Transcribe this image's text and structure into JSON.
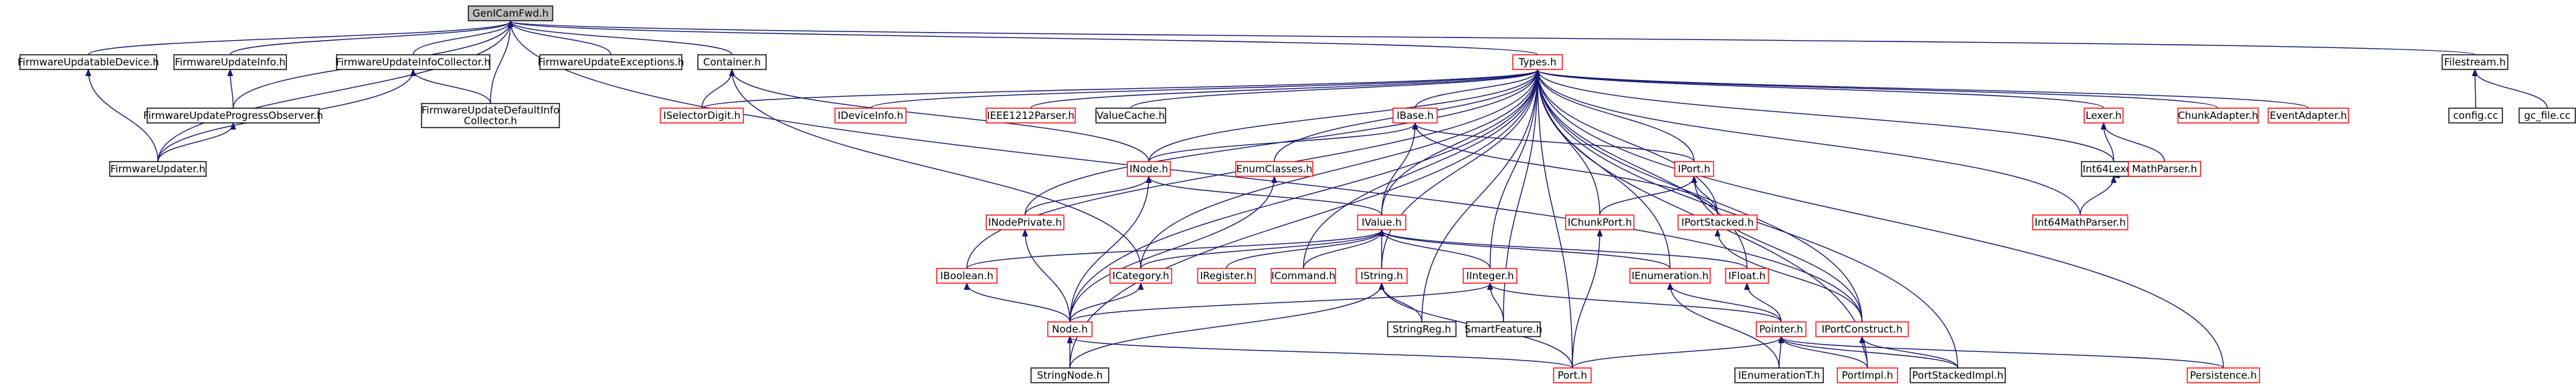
{
  "diagram": {
    "nodes": [
      {
        "id": "genicam",
        "lines": [
          "GenICamFwd.h"
        ],
        "style": "root",
        "link": false
      },
      {
        "id": "fwdev",
        "lines": [
          "FirmwareUpdatableDevice.h"
        ],
        "style": "black",
        "link": true
      },
      {
        "id": "fwinfo",
        "lines": [
          "FirmwareUpdateInfo.h"
        ],
        "style": "black",
        "link": true
      },
      {
        "id": "fwcollector",
        "lines": [
          "FirmwareUpdateInfoCollector.h"
        ],
        "style": "black",
        "link": true
      },
      {
        "id": "fwexceptions",
        "lines": [
          "FirmwareUpdateExceptions.h"
        ],
        "style": "black",
        "link": true
      },
      {
        "id": "container",
        "lines": [
          "Container.h"
        ],
        "style": "black",
        "link": true
      },
      {
        "id": "types",
        "lines": [
          "Types.h"
        ],
        "style": "red",
        "link": true
      },
      {
        "id": "filestream",
        "lines": [
          "Filestream.h"
        ],
        "style": "black",
        "link": true
      },
      {
        "id": "fwprogress",
        "lines": [
          "FirmwareUpdateProgressObserver.h"
        ],
        "style": "black",
        "link": true
      },
      {
        "id": "fwdefault",
        "lines": [
          "FirmwareUpdateDefaultInfo",
          "Collector.h"
        ],
        "style": "black",
        "link": true
      },
      {
        "id": "fwupdater",
        "lines": [
          "FirmwareUpdater.h"
        ],
        "style": "black",
        "link": true
      },
      {
        "id": "iselectordigit",
        "lines": [
          "ISelectorDigit.h"
        ],
        "style": "red",
        "link": true
      },
      {
        "id": "ideviceinfo",
        "lines": [
          "IDeviceInfo.h"
        ],
        "style": "red",
        "link": true
      },
      {
        "id": "ieee",
        "lines": [
          "IEEE1212Parser.h"
        ],
        "style": "red",
        "link": true
      },
      {
        "id": "valuecache",
        "lines": [
          "ValueCache.h"
        ],
        "style": "black",
        "link": true
      },
      {
        "id": "ibase",
        "lines": [
          "IBase.h"
        ],
        "style": "red",
        "link": true
      },
      {
        "id": "lexer",
        "lines": [
          "Lexer.h"
        ],
        "style": "red",
        "link": true
      },
      {
        "id": "chunkadapter",
        "lines": [
          "ChunkAdapter.h"
        ],
        "style": "red",
        "link": true
      },
      {
        "id": "eventadapter",
        "lines": [
          "EventAdapter.h"
        ],
        "style": "red",
        "link": true
      },
      {
        "id": "configcc",
        "lines": [
          "config.cc"
        ],
        "style": "black",
        "link": true
      },
      {
        "id": "gcfile",
        "lines": [
          "gc_file.cc"
        ],
        "style": "black",
        "link": true
      },
      {
        "id": "inode",
        "lines": [
          "INode.h"
        ],
        "style": "red",
        "link": true
      },
      {
        "id": "enumclasses",
        "lines": [
          "EnumClasses.h"
        ],
        "style": "red",
        "link": true
      },
      {
        "id": "iport",
        "lines": [
          "IPort.h"
        ],
        "style": "red",
        "link": true
      },
      {
        "id": "int64lexer",
        "lines": [
          "Int64Lexer.h"
        ],
        "style": "black",
        "link": true
      },
      {
        "id": "mathparser",
        "lines": [
          "MathParser.h"
        ],
        "style": "red",
        "link": true
      },
      {
        "id": "inodeprivate",
        "lines": [
          "INodePrivate.h"
        ],
        "style": "red",
        "link": true
      },
      {
        "id": "ivalue",
        "lines": [
          "IValue.h"
        ],
        "style": "red",
        "link": true
      },
      {
        "id": "ichunkport",
        "lines": [
          "IChunkPort.h"
        ],
        "style": "red",
        "link": true
      },
      {
        "id": "iportstacked",
        "lines": [
          "IPortStacked.h"
        ],
        "style": "red",
        "link": true
      },
      {
        "id": "int64mathparser",
        "lines": [
          "Int64MathParser.h"
        ],
        "style": "red",
        "link": true
      },
      {
        "id": "iboolean",
        "lines": [
          "IBoolean.h"
        ],
        "style": "red",
        "link": true
      },
      {
        "id": "icategory",
        "lines": [
          "ICategory.h"
        ],
        "style": "red",
        "link": true
      },
      {
        "id": "iregister",
        "lines": [
          "IRegister.h"
        ],
        "style": "red",
        "link": true
      },
      {
        "id": "icommand",
        "lines": [
          "ICommand.h"
        ],
        "style": "red",
        "link": true
      },
      {
        "id": "istring",
        "lines": [
          "IString.h"
        ],
        "style": "red",
        "link": true
      },
      {
        "id": "iinteger",
        "lines": [
          "IInteger.h"
        ],
        "style": "red",
        "link": true
      },
      {
        "id": "ienumeration",
        "lines": [
          "IEnumeration.h"
        ],
        "style": "red",
        "link": true
      },
      {
        "id": "ifloat",
        "lines": [
          "IFloat.h"
        ],
        "style": "red",
        "link": true
      },
      {
        "id": "nodeh",
        "lines": [
          "Node.h"
        ],
        "style": "red",
        "link": true
      },
      {
        "id": "stringreg",
        "lines": [
          "StringReg.h"
        ],
        "style": "black",
        "link": true
      },
      {
        "id": "smartfeature",
        "lines": [
          "SmartFeature.h"
        ],
        "style": "black",
        "link": true
      },
      {
        "id": "pointer",
        "lines": [
          "Pointer.h"
        ],
        "style": "red",
        "link": true
      },
      {
        "id": "iportconstruct",
        "lines": [
          "IPortConstruct.h"
        ],
        "style": "red",
        "link": true
      },
      {
        "id": "stringnode",
        "lines": [
          "StringNode.h"
        ],
        "style": "black",
        "link": true
      },
      {
        "id": "porth",
        "lines": [
          "Port.h"
        ],
        "style": "red",
        "link": true
      },
      {
        "id": "ienumerationt",
        "lines": [
          "IEnumerationT.h"
        ],
        "style": "black",
        "link": true
      },
      {
        "id": "portimpl",
        "lines": [
          "PortImpl.h"
        ],
        "style": "red",
        "link": true
      },
      {
        "id": "portstackedimpl",
        "lines": [
          "PortStackedImpl.h"
        ],
        "style": "black",
        "link": true
      },
      {
        "id": "persistence",
        "lines": [
          "Persistence.h"
        ],
        "style": "red",
        "link": true
      }
    ],
    "edges": [
      [
        "fwdev",
        "genicam"
      ],
      [
        "fwinfo",
        "genicam"
      ],
      [
        "fwcollector",
        "genicam"
      ],
      [
        "fwexceptions",
        "genicam"
      ],
      [
        "container",
        "genicam"
      ],
      [
        "types",
        "genicam"
      ],
      [
        "filestream",
        "genicam"
      ],
      [
        "fwprogress",
        "genicam"
      ],
      [
        "fwdefault",
        "genicam"
      ],
      [
        "fwupdater",
        "genicam"
      ],
      [
        "iportconstruct",
        "genicam"
      ],
      [
        "fwupdater",
        "fwdev"
      ],
      [
        "fwprogress",
        "fwinfo"
      ],
      [
        "fwupdater",
        "fwprogress"
      ],
      [
        "fwdefault",
        "fwcollector"
      ],
      [
        "fwupdater",
        "fwcollector"
      ],
      [
        "iselectordigit",
        "container"
      ],
      [
        "inode",
        "container"
      ],
      [
        "icategory",
        "container"
      ],
      [
        "configcc",
        "filestream"
      ],
      [
        "gcfile",
        "filestream"
      ],
      [
        "iselectordigit",
        "types"
      ],
      [
        "ideviceinfo",
        "types"
      ],
      [
        "ieee",
        "types"
      ],
      [
        "valuecache",
        "types"
      ],
      [
        "ibase",
        "types"
      ],
      [
        "lexer",
        "types"
      ],
      [
        "chunkadapter",
        "types"
      ],
      [
        "eventadapter",
        "types"
      ],
      [
        "inode",
        "types"
      ],
      [
        "enumclasses",
        "types"
      ],
      [
        "iport",
        "types"
      ],
      [
        "int64lexer",
        "types"
      ],
      [
        "inodeprivate",
        "types"
      ],
      [
        "ivalue",
        "types"
      ],
      [
        "ichunkport",
        "types"
      ],
      [
        "iportstacked",
        "types"
      ],
      [
        "int64mathparser",
        "types"
      ],
      [
        "iboolean",
        "types"
      ],
      [
        "icategory",
        "types"
      ],
      [
        "icommand",
        "types"
      ],
      [
        "istring",
        "types"
      ],
      [
        "iinteger",
        "types"
      ],
      [
        "ienumeration",
        "types"
      ],
      [
        "ifloat",
        "types"
      ],
      [
        "nodeh",
        "types"
      ],
      [
        "stringreg",
        "types"
      ],
      [
        "smartfeature",
        "types"
      ],
      [
        "iportconstruct",
        "types"
      ],
      [
        "stringnode",
        "types"
      ],
      [
        "porth",
        "types"
      ],
      [
        "portimpl",
        "types"
      ],
      [
        "portstackedimpl",
        "types"
      ],
      [
        "persistence",
        "types"
      ],
      [
        "inode",
        "ibase"
      ],
      [
        "iport",
        "ibase"
      ],
      [
        "ivalue",
        "ibase"
      ],
      [
        "iportstacked",
        "ibase"
      ],
      [
        "int64lexer",
        "lexer"
      ],
      [
        "mathparser",
        "lexer"
      ],
      [
        "mathparser",
        "int64lexer"
      ],
      [
        "int64mathparser",
        "int64lexer"
      ],
      [
        "inodeprivate",
        "inode"
      ],
      [
        "ivalue",
        "inode"
      ],
      [
        "nodeh",
        "inode"
      ],
      [
        "nodeh",
        "enumclasses"
      ],
      [
        "ichunkport",
        "iport"
      ],
      [
        "iportstacked",
        "iport"
      ],
      [
        "iportconstruct",
        "iport"
      ],
      [
        "nodeh",
        "inodeprivate"
      ],
      [
        "iboolean",
        "ivalue"
      ],
      [
        "icategory",
        "ivalue"
      ],
      [
        "iregister",
        "ivalue"
      ],
      [
        "icommand",
        "ivalue"
      ],
      [
        "istring",
        "ivalue"
      ],
      [
        "iinteger",
        "ivalue"
      ],
      [
        "ienumeration",
        "ivalue"
      ],
      [
        "ifloat",
        "ivalue"
      ],
      [
        "porth",
        "ichunkport"
      ],
      [
        "iportconstruct",
        "iportstacked"
      ],
      [
        "nodeh",
        "iboolean"
      ],
      [
        "nodeh",
        "icategory"
      ],
      [
        "stringreg",
        "istring"
      ],
      [
        "stringnode",
        "istring"
      ],
      [
        "porth",
        "istring"
      ],
      [
        "nodeh",
        "iinteger"
      ],
      [
        "smartfeature",
        "iinteger"
      ],
      [
        "pointer",
        "iinteger"
      ],
      [
        "pointer",
        "ienumeration"
      ],
      [
        "ienumerationt",
        "ienumeration"
      ],
      [
        "pointer",
        "ifloat"
      ],
      [
        "stringnode",
        "nodeh"
      ],
      [
        "porth",
        "nodeh"
      ],
      [
        "porth",
        "pointer"
      ],
      [
        "ienumerationt",
        "pointer"
      ],
      [
        "portimpl",
        "pointer"
      ],
      [
        "portstackedimpl",
        "pointer"
      ],
      [
        "persistence",
        "pointer"
      ],
      [
        "portimpl",
        "iportconstruct"
      ],
      [
        "portstackedimpl",
        "iportconstruct"
      ]
    ]
  }
}
